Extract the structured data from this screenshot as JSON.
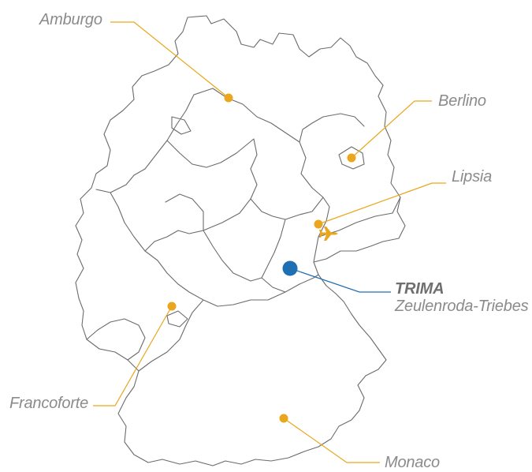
{
  "colors": {
    "city_marker": "#eaa61c",
    "hq_marker": "#1f6fb3",
    "border": "#6b6b6b",
    "label_text": "#8b8b8b"
  },
  "cities": [
    {
      "id": "hamburg",
      "label": "Amburgo"
    },
    {
      "id": "berlin",
      "label": "Berlino"
    },
    {
      "id": "leipzig",
      "label": "Lipsia",
      "icon": "airplane-icon"
    },
    {
      "id": "frankfurt",
      "label": "Francoforte"
    },
    {
      "id": "munich",
      "label": "Monaco"
    }
  ],
  "headquarters": {
    "name": "TRIMA",
    "location": "Zeulenroda-Triebes"
  }
}
